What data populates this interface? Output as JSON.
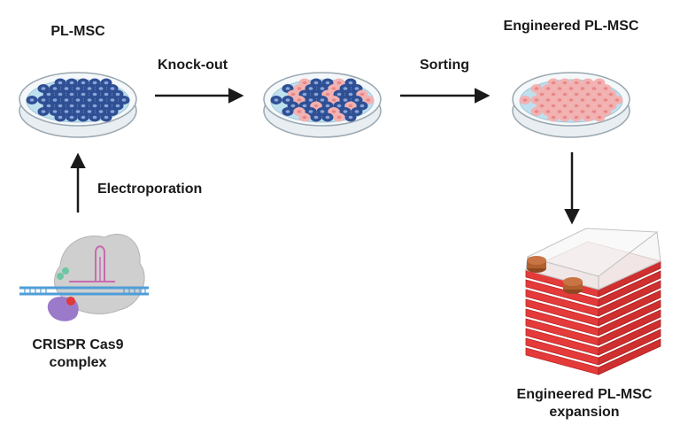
{
  "labels": {
    "dish1": "PL-MSC",
    "dish3": "Engineered PL-MSC",
    "step1": "Knock-out",
    "step2": "Sorting",
    "step3": "Electroporation",
    "crispr_line1": "CRISPR Cas9",
    "crispr_line2": "complex",
    "expansion_line1": "Engineered PL-MSC",
    "expansion_line2": "expansion"
  },
  "colors": {
    "cell_blue": "#2f4f94",
    "cell_blue_core": "#8aa6d8",
    "cell_pink": "#f3b2b2",
    "cell_pink_core": "#e88888",
    "dish_media": "#bfe0ef",
    "arrow": "#1a1a1a",
    "flask_red": "#e43a3a",
    "cap_brown": "#b25f2e",
    "protein_gray": "#c8c8c8",
    "protein_purple": "#9b7bc9",
    "dna_blue": "#4f9ed8"
  }
}
